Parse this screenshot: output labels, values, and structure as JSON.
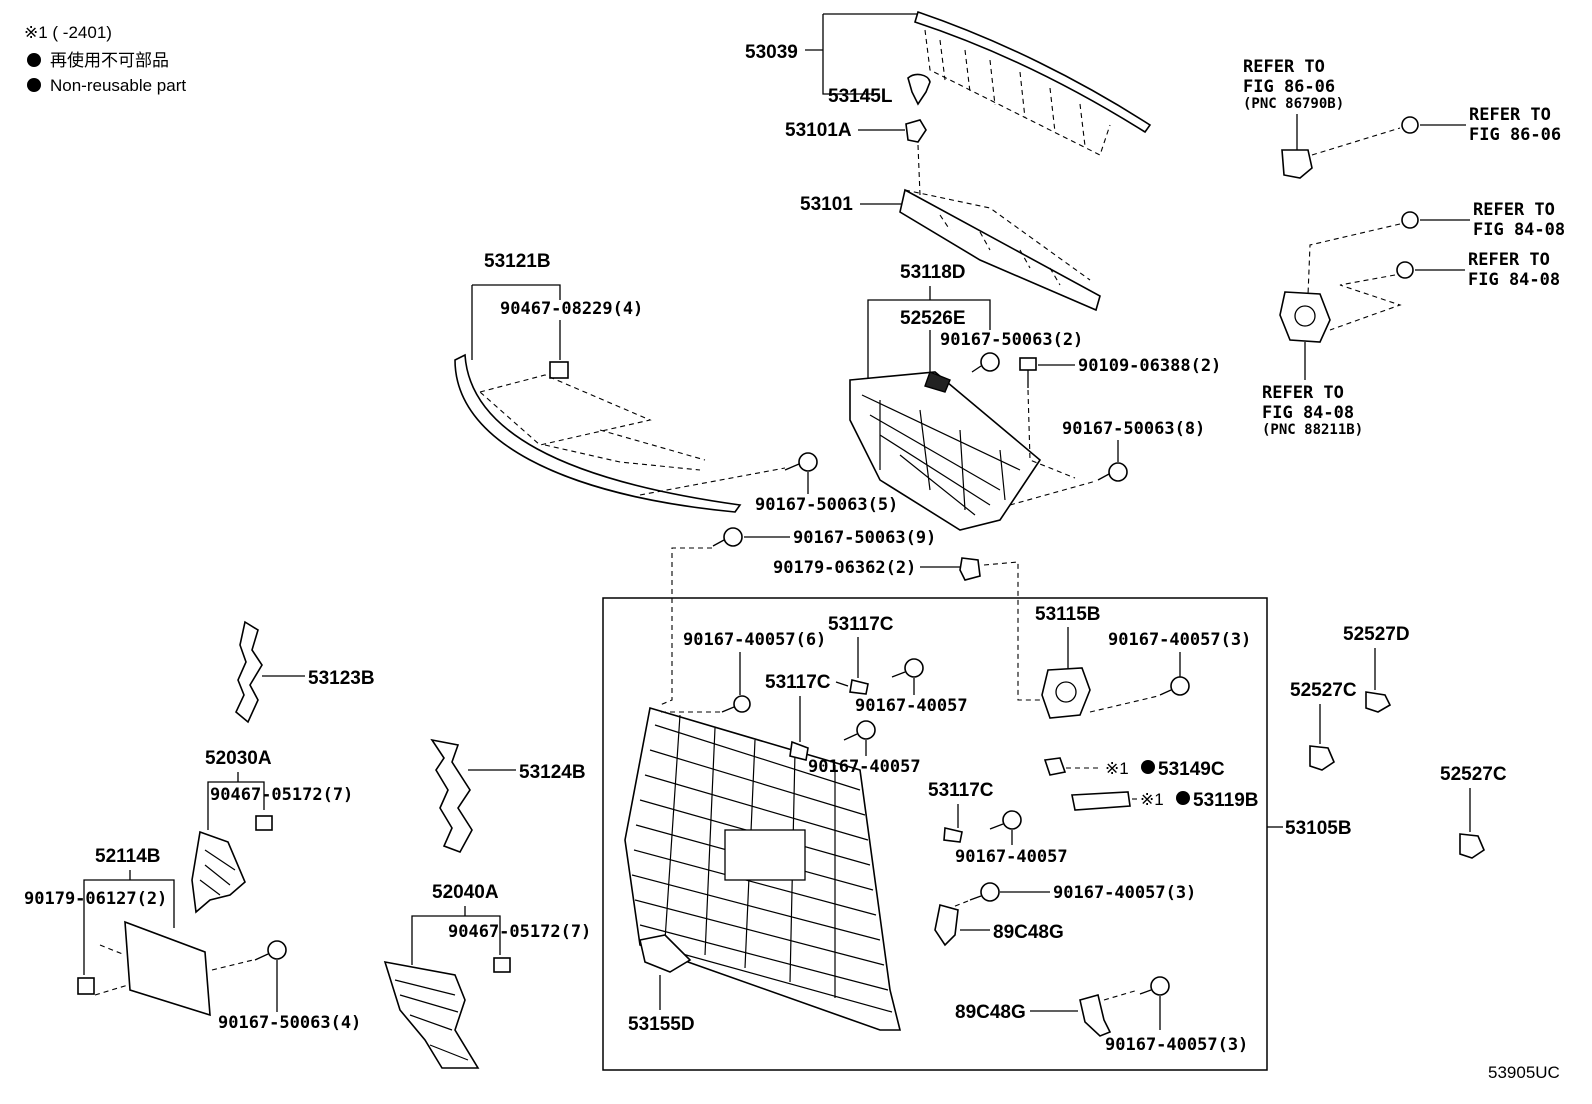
{
  "header": {
    "note_code": "※1 (     -2401)",
    "legend_jp": "再使用不可部品",
    "legend_en": "Non-reusable part"
  },
  "footer": {
    "diagram_code": "53905UC"
  },
  "labels": {
    "p53039": "53039",
    "p53145L": "53145L",
    "p53101A": "53101A",
    "p53101": "53101",
    "p53121B": "53121B",
    "p90467_08229": "90467-08229(4)",
    "p53118D": "53118D",
    "p52526E": "52526E",
    "p90167_50063_2": "90167-50063(2)",
    "p90109_06388": "90109-06388(2)",
    "p90167_50063_8": "90167-50063(8)",
    "p90167_50063_5": "90167-50063(5)",
    "p90167_50063_9": "90167-50063(9)",
    "p90179_06362": "90179-06362(2)",
    "p53115B": "53115B",
    "p90167_40057_3a": "90167-40057(3)",
    "p53117C_a": "53117C",
    "p90167_40057_6": "90167-40057(6)",
    "p53117C_b": "53117C",
    "p90167_40057_a": "90167-40057",
    "p90167_40057_b": "90167-40057",
    "p53149C": "53149C",
    "p53119B": "53119B",
    "mark1": "※1",
    "p53117C_c": "53117C",
    "p90167_40057_c": "90167-40057",
    "p90167_40057_3b": "90167-40057(3)",
    "p89C48G_a": "89C48G",
    "p89C48G_b": "89C48G",
    "p90167_40057_3c": "90167-40057(3)",
    "p53105B": "53105B",
    "p53155D": "53155D",
    "p53123B": "53123B",
    "p52030A": "52030A",
    "p90467_05172_a": "90467-05172(7)",
    "p52114B": "52114B",
    "p90179_06127": "90179-06127(2)",
    "p90167_50063_4": "90167-50063(4)",
    "p53124B": "53124B",
    "p52040A": "52040A",
    "p90467_05172_b": "90467-05172(7)",
    "p52527D": "52527D",
    "p52527C_a": "52527C",
    "p52527C_b": "52527C"
  },
  "refs": {
    "ref1_line1": "REFER TO",
    "ref1_line2": "FIG 86-06",
    "ref1_pnc": "(PNC 86790B)",
    "ref2_line1": "REFER TO",
    "ref2_line2": "FIG 86-06",
    "ref3_line1": "REFER TO",
    "ref3_line2": "FIG 84-08",
    "ref4_line1": "REFER TO",
    "ref4_line2": "FIG 84-08",
    "ref5_line1": "REFER TO",
    "ref5_line2": "FIG 84-08",
    "ref5_pnc": "(PNC 88211B)"
  }
}
